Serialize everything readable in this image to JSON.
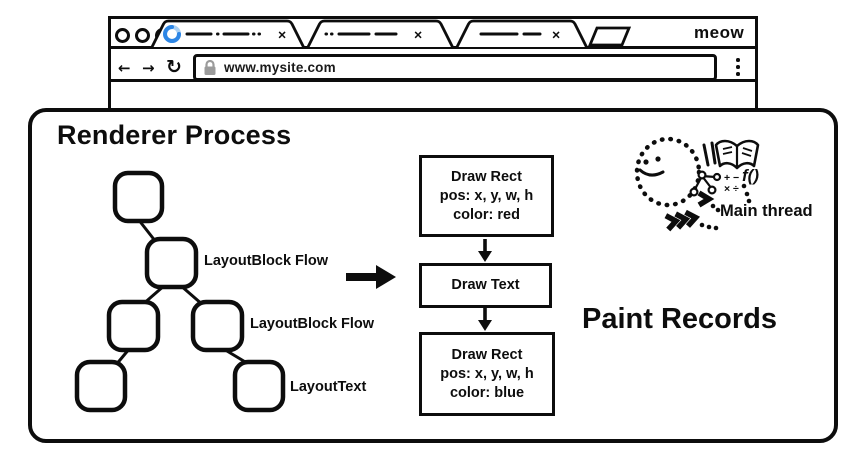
{
  "browser": {
    "brand_label": "meow",
    "tabs": [
      {
        "close": "×",
        "loading": true
      },
      {
        "close": "×",
        "loading": false
      },
      {
        "close": "×",
        "loading": false
      }
    ],
    "nav": {
      "back_icon": "←",
      "forward_icon": "→",
      "reload_icon": "↻"
    },
    "address": {
      "url": "www.mysite.com",
      "lock_icon": "lock"
    }
  },
  "renderer": {
    "title": "Renderer Process",
    "tree_labels": [
      "LayoutBlock Flow",
      "LayoutBlock Flow",
      "LayoutText"
    ],
    "paint": {
      "heading": "Paint Records",
      "records": [
        {
          "line1": "Draw Rect",
          "line2": "pos: x, y, w, h",
          "line3": "color: red"
        },
        {
          "line1": "Draw Text"
        },
        {
          "line1": "Draw Rect",
          "line2": "pos: x, y, w, h",
          "line3": "color: blue"
        }
      ]
    },
    "main_thread_label": "Main thread",
    "doodle": {
      "math1": "+ −",
      "math2": "× ÷",
      "fn": "f()"
    }
  },
  "colors": {
    "ink": "#0d0d0d",
    "spinner_light": "#a9cff2",
    "spinner_dark": "#2d86e5",
    "lock_gray": "#9b9b9b"
  }
}
